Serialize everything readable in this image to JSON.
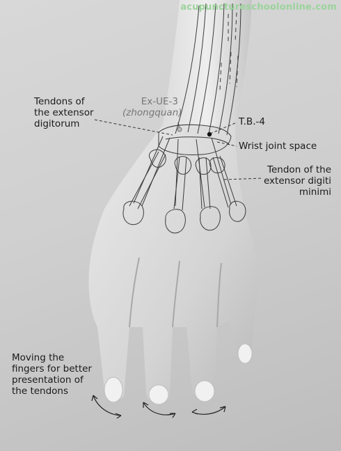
{
  "watermark": "acupunctureschoolonline.com",
  "labels": {
    "tendons_extensor": [
      "Tendons of",
      "the extensor",
      "digitorum"
    ],
    "ex_ue_3": [
      "Ex-UE-3",
      "(zhongquan)"
    ],
    "tb4": "T.B.-4",
    "wrist_joint": "Wrist joint space",
    "tendon_minimi": [
      "Tendon of the",
      "extensor digiti",
      "minimi"
    ],
    "moving_fingers": [
      "Moving the",
      "fingers for better",
      "presentation of",
      "the tendons"
    ]
  },
  "colors": {
    "skin_light": "#e6e6e6",
    "skin_mid": "#bdbdbd",
    "outline": "#3a3a3a",
    "point": "#111111"
  }
}
